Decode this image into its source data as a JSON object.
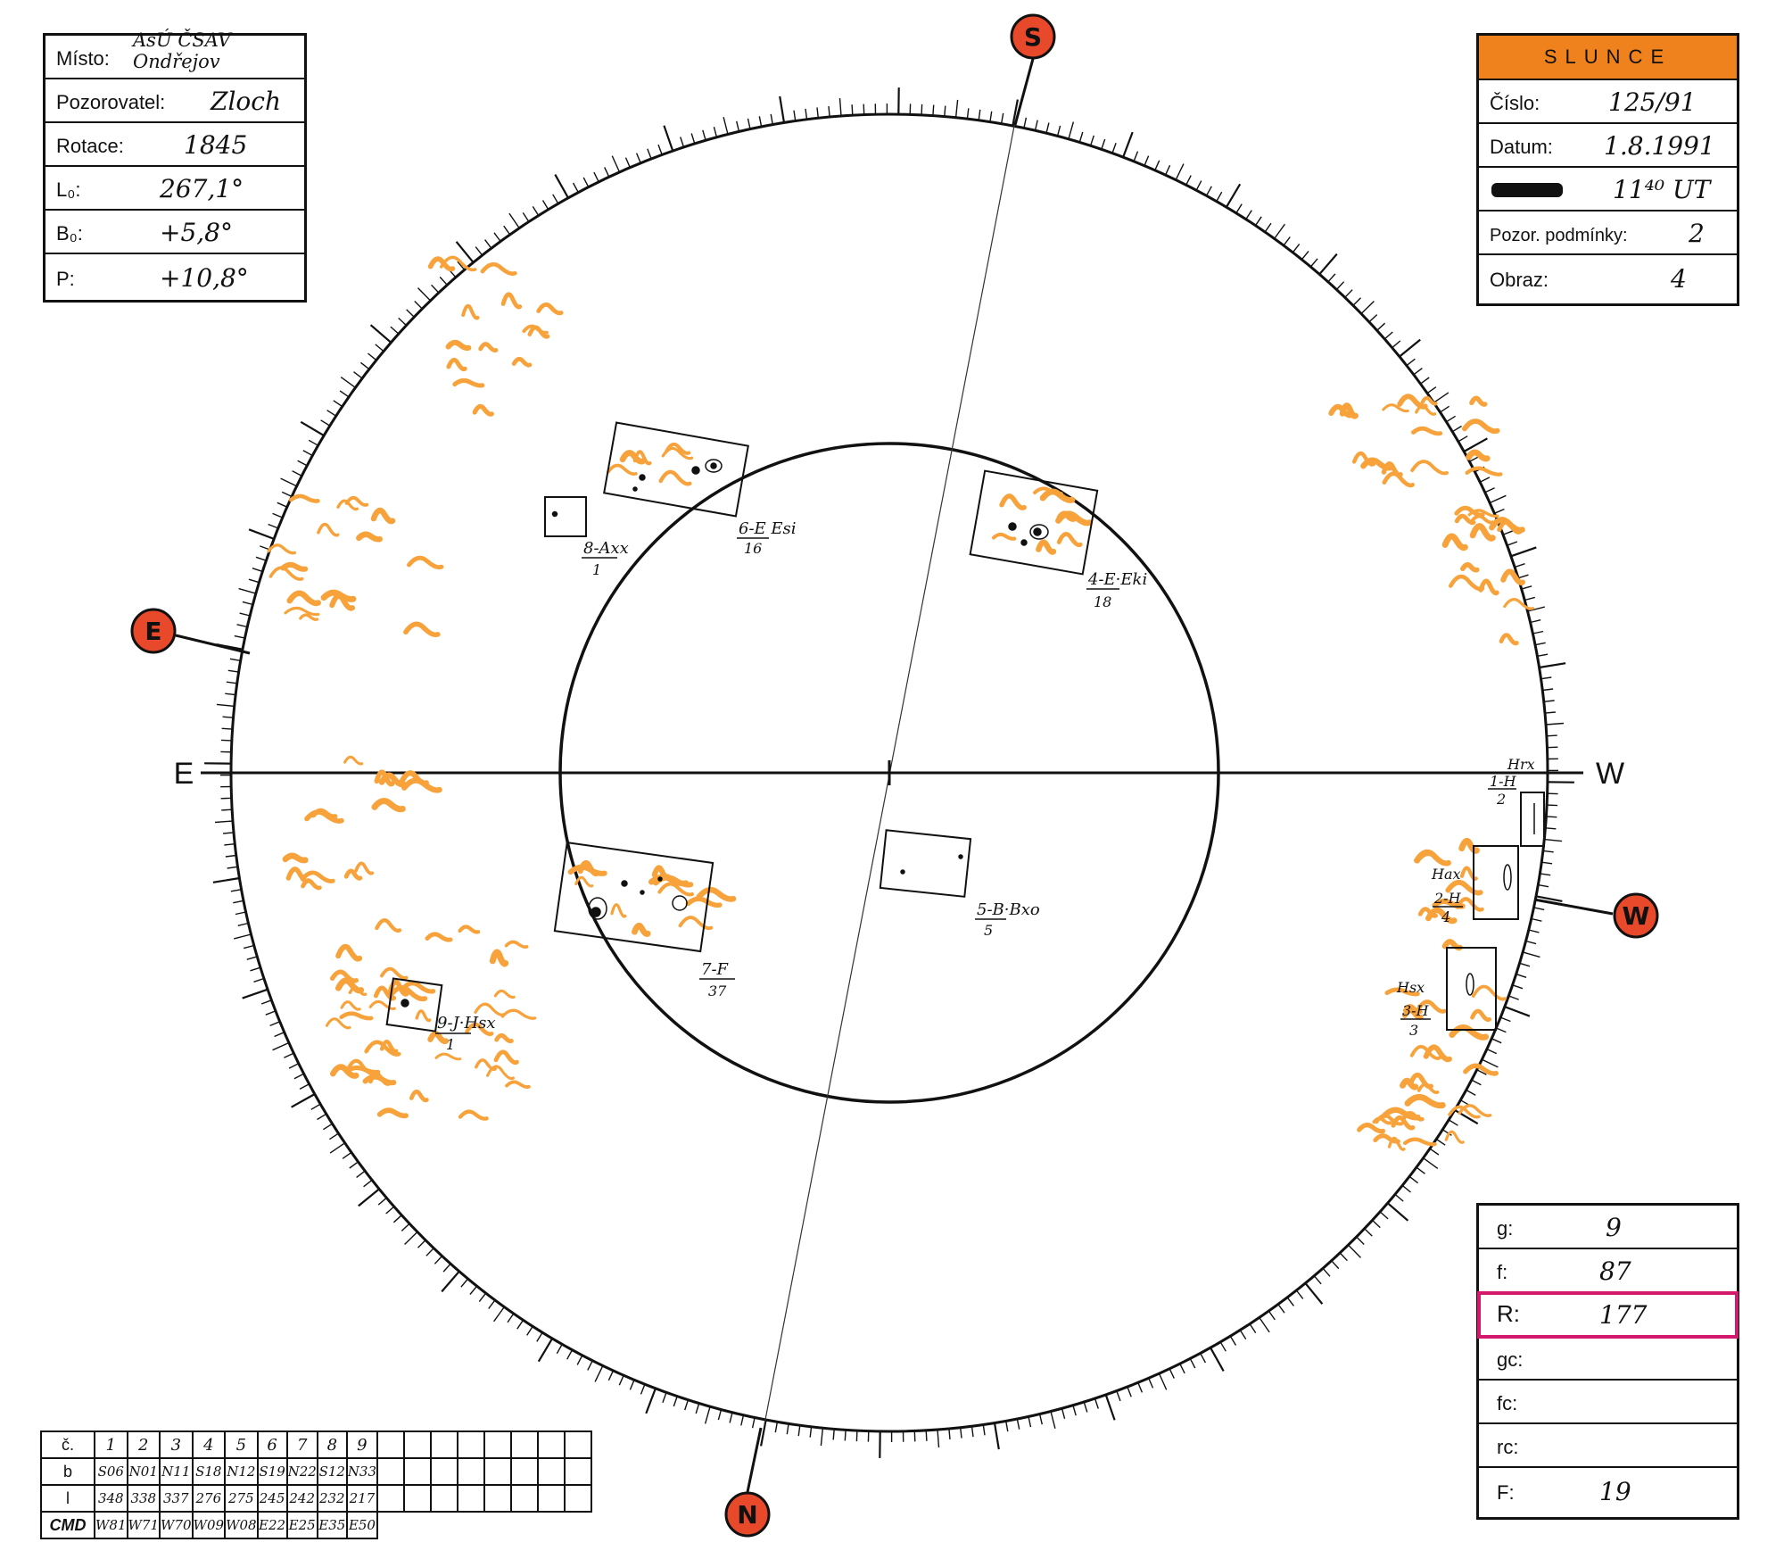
{
  "info_panel": {
    "rows": [
      {
        "label": "Místo:",
        "value": "AsÚ ČSAV Ondřejov"
      },
      {
        "label": "Pozorovatel:",
        "value": "Zloch"
      },
      {
        "label": "Rotace:",
        "value": "1845"
      },
      {
        "label": "L₀:",
        "value": "267,1°"
      },
      {
        "label": "B₀:",
        "value": "+5,8°"
      },
      {
        "label": "P:",
        "value": "+10,8°"
      }
    ]
  },
  "sun_panel": {
    "title": "SLUNCE",
    "rows": [
      {
        "label": "Číslo:",
        "value": "125/91"
      },
      {
        "label": "Datum:",
        "value": "1.8.1991"
      },
      {
        "label": "",
        "value": "11⁴⁰ UT"
      },
      {
        "label": "Pozor. podmínky:",
        "value": "2"
      },
      {
        "label": "Obraz:",
        "value": "4"
      }
    ]
  },
  "count_panel": {
    "rows": [
      {
        "label": "g:",
        "value": "9"
      },
      {
        "label": "f:",
        "value": "87"
      },
      {
        "label": "R:",
        "value": "177",
        "highlight": true
      },
      {
        "label": "gc:",
        "value": ""
      },
      {
        "label": "fc:",
        "value": ""
      },
      {
        "label": "rc:",
        "value": ""
      },
      {
        "label": "F:",
        "value": "19"
      }
    ]
  },
  "group_table": {
    "row_labels": [
      "č.",
      "b",
      "l",
      "CMD"
    ],
    "numbers": [
      "1",
      "2",
      "3",
      "4",
      "5",
      "6",
      "7",
      "8",
      "9"
    ],
    "b": [
      "S06",
      "N01",
      "N11",
      "S18",
      "N12",
      "S19",
      "N22",
      "S12",
      "N33"
    ],
    "l": [
      "348",
      "338",
      "337",
      "276",
      "275",
      "245",
      "242",
      "232",
      "217"
    ],
    "cmd": [
      "W81",
      "W71",
      "W70",
      "W09",
      "W08",
      "E22",
      "E25",
      "E35",
      "E50"
    ]
  },
  "orientation": {
    "S": "S",
    "N": "N",
    "E_marker": "E",
    "W_marker": "W",
    "E_axis": "E",
    "W_axis": "W"
  },
  "groups": [
    {
      "label": "1-H",
      "count": "2",
      "class": "Hrx"
    },
    {
      "label": "2-H",
      "count": "4",
      "class": "Hax"
    },
    {
      "label": "3-H",
      "count": "3",
      "class": "Hsx"
    },
    {
      "label": "4-E·Eki",
      "count": "18"
    },
    {
      "label": "5-B·Bxo",
      "count": "5"
    },
    {
      "label": "6-E Esi",
      "count": "16"
    },
    {
      "label": "7-F",
      "count": "37"
    },
    {
      "label": "8-Axx",
      "count": "1"
    },
    {
      "label": "9-J·Hsx",
      "count": "1"
    }
  ],
  "colors": {
    "faculae": "#f7a23a",
    "marker_fill": "#e8492a",
    "header_fill": "#f0821e",
    "highlight": "#d4186c"
  }
}
